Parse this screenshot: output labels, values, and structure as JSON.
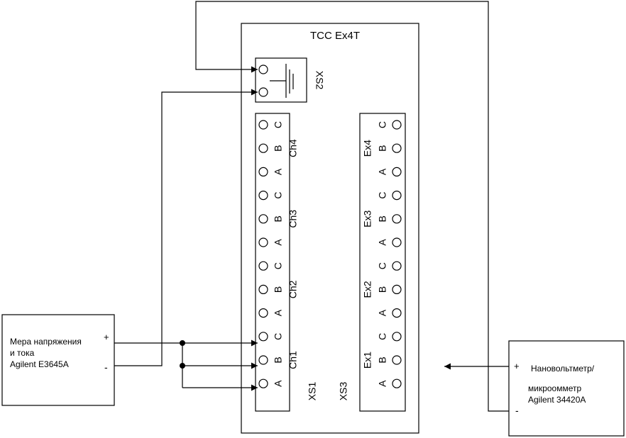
{
  "device": {
    "title": "ТСС Ex4T",
    "xs1": "XS1",
    "xs2": "XS2",
    "xs3": "XS3"
  },
  "channel_labels": [
    "Ch1",
    "Ch2",
    "Ch3",
    "Ch4"
  ],
  "ex_labels": [
    "Ex1",
    "Ex2",
    "Ex3",
    "Ex4"
  ],
  "pin_letters": [
    "A",
    "B",
    "C"
  ],
  "source": {
    "line1": "Мера напряжения",
    "line2": "и тока",
    "line3": "Agilent E3645A",
    "plus": "+",
    "minus": "-"
  },
  "meter": {
    "line1": "Нановольтметр/",
    "line2": "микроомметр",
    "line3": "Agilent 34420A",
    "plus": "+",
    "minus": "-"
  },
  "colors": {
    "line": "#000000",
    "background": "#ffffff"
  }
}
